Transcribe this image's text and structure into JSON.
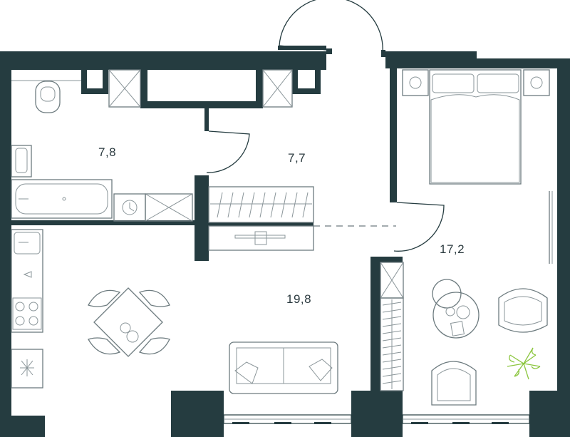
{
  "rooms": [
    {
      "id": "bathroom",
      "area": "7,8"
    },
    {
      "id": "hallway",
      "area": "7,7"
    },
    {
      "id": "living-kitchen",
      "area": "19,8"
    },
    {
      "id": "bedroom",
      "area": "17,2"
    }
  ],
  "colors": {
    "wall": "#253c40",
    "furniture": "#6d7b7f",
    "plant": "#8cc63f"
  }
}
